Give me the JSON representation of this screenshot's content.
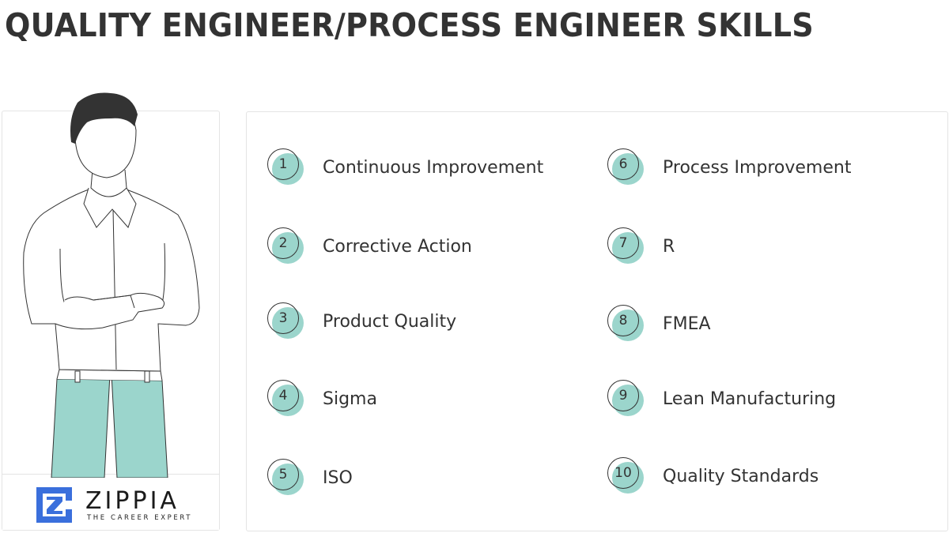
{
  "title": "QUALITY ENGINEER/PROCESS ENGINEER SKILLS",
  "brand": {
    "name": "ZIPPIA",
    "tagline": "THE CAREER EXPERT",
    "logo_color": "#3a6fdc"
  },
  "accent_color": "#9bd5cc",
  "skills": [
    {
      "number": "1",
      "label": "Continuous Improvement"
    },
    {
      "number": "2",
      "label": "Corrective Action"
    },
    {
      "number": "3",
      "label": "Product Quality"
    },
    {
      "number": "4",
      "label": "Sigma"
    },
    {
      "number": "5",
      "label": "ISO"
    },
    {
      "number": "6",
      "label": "Process Improvement"
    },
    {
      "number": "7",
      "label": "R"
    },
    {
      "number": "8",
      "label": "FMEA"
    },
    {
      "number": "9",
      "label": "Lean Manufacturing"
    },
    {
      "number": "10",
      "label": "Quality Standards"
    }
  ]
}
